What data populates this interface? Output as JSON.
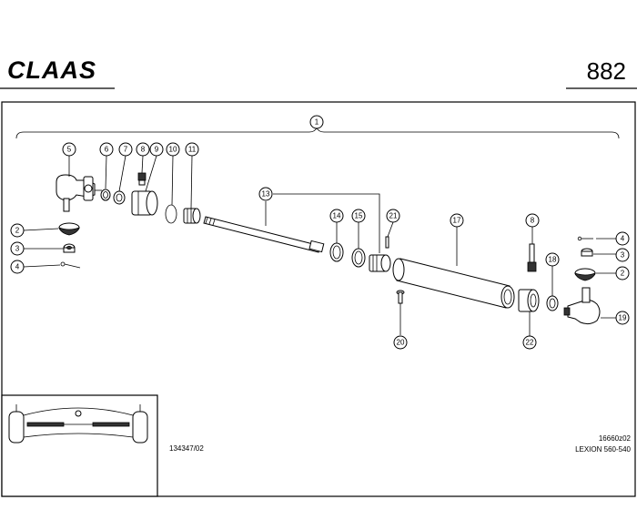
{
  "header": {
    "brand": "CLAAS",
    "page_number": "882"
  },
  "callouts": [
    {
      "id": "c1",
      "label": "1"
    },
    {
      "id": "c5",
      "label": "5"
    },
    {
      "id": "c6",
      "label": "6"
    },
    {
      "id": "c7",
      "label": "7"
    },
    {
      "id": "c8a",
      "label": "8"
    },
    {
      "id": "c9",
      "label": "9"
    },
    {
      "id": "c10",
      "label": "10"
    },
    {
      "id": "c11",
      "label": "11"
    },
    {
      "id": "c2a",
      "label": "2"
    },
    {
      "id": "c3a",
      "label": "3"
    },
    {
      "id": "c4a",
      "label": "4"
    },
    {
      "id": "c13",
      "label": "13"
    },
    {
      "id": "c14",
      "label": "14"
    },
    {
      "id": "c15",
      "label": "15"
    },
    {
      "id": "c21",
      "label": "21"
    },
    {
      "id": "c17",
      "label": "17"
    },
    {
      "id": "c8b",
      "label": "8"
    },
    {
      "id": "c4b",
      "label": "4"
    },
    {
      "id": "c3b",
      "label": "3"
    },
    {
      "id": "c2b",
      "label": "2"
    },
    {
      "id": "c18",
      "label": "18"
    },
    {
      "id": "c19",
      "label": "19"
    },
    {
      "id": "c20",
      "label": "20"
    },
    {
      "id": "c22",
      "label": "22"
    }
  ],
  "footer": {
    "left_ref": "134347/02",
    "drawing_ref": "16660z02",
    "model": "LEXION 560-540"
  }
}
